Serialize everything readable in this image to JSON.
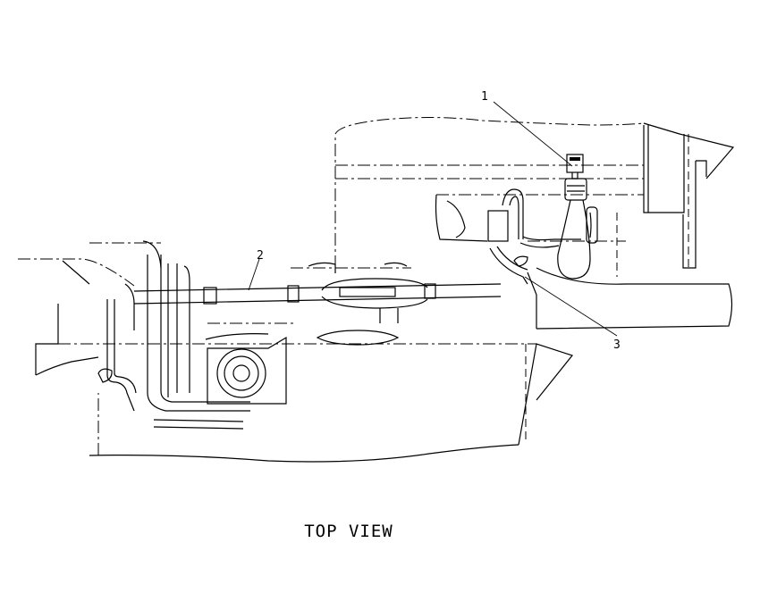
{
  "diagram": {
    "view_title": "TOP VIEW",
    "callouts": [
      {
        "id": "1",
        "label": "1"
      },
      {
        "id": "2",
        "label": "2"
      },
      {
        "id": "3",
        "label": "3"
      }
    ]
  }
}
